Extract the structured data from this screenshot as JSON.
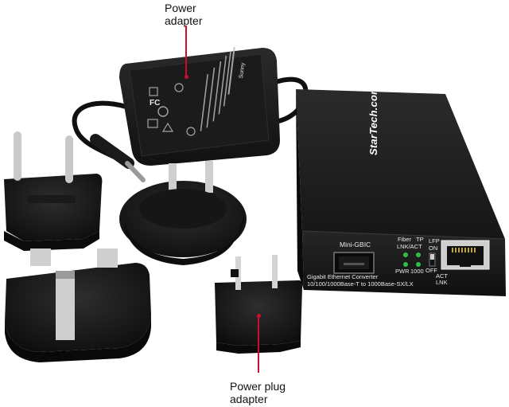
{
  "callouts": {
    "top": "Power\nadapter",
    "bottom": "Power plug\nadapter"
  },
  "converter": {
    "brand": "StarTech.com",
    "port_sfp_label": "Mini-GBIC",
    "model_line1": "Gigabit Ethernet Converter",
    "model_line2": "10/100/1000Base-T to 1000Base-SX/LX",
    "fiber_label": "Fiber",
    "tp_label": "TP",
    "lnkact_label": "LNK/ACT",
    "pwr_label": "PWR",
    "speed_label": "1000",
    "lfp_label": "LFP",
    "on_label": "ON",
    "off_label": "OFF",
    "act_label": "ACT",
    "lnk_label": "LNK"
  },
  "adapter": {
    "brand": "Sunny",
    "fc_mark": "FC"
  },
  "colors": {
    "leader": "#c8102e",
    "body_dark": "#1c1c1c",
    "led_green": "#2fbf4a"
  }
}
